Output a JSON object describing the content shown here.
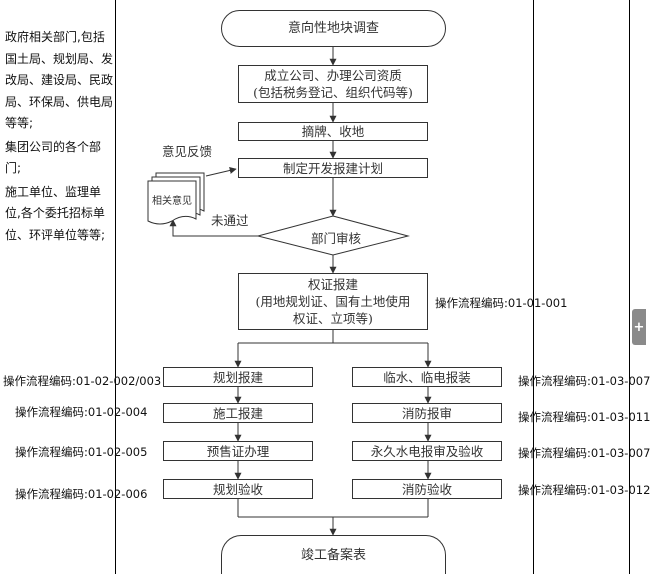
{
  "left_notes": [
    "政府相关部门,包括",
    "国土局、规划局、发",
    "改局、建设局、民政",
    "局、环保局、供电局",
    "等等;",
    "集团公司的各个部",
    "门;",
    "施工单位、监理单",
    "位,各个委托招标单",
    "位、环评单位等等;"
  ],
  "flow": {
    "start": "意向性地块调查",
    "step1_line1": "成立公司、办理公司资质",
    "step1_line2": "(包括税务登记、组织代码等)",
    "step2": "摘牌、收地",
    "step3": "制定开发报建计划",
    "decision": "部门审核",
    "feedback_label": "意见反馈",
    "rejected_label": "未通过",
    "docs_label": "相关意见",
    "step4_line1": "权证报建",
    "step4_line2": "(用地规划证、国有土地使用",
    "step4_line3": "权证、立项等)",
    "left_col": [
      "规划报建",
      "施工报建",
      "预售证办理",
      "规划验收"
    ],
    "right_col": [
      "临水、临电报装",
      "消防报审",
      "永久水电报审及验收",
      "消防验收"
    ],
    "end": "竣工备案表"
  },
  "codes": {
    "center": "操作流程编码:01-01-001",
    "left": [
      "操作流程编码:01-02-002/003",
      "操作流程编码:01-02-004",
      "操作流程编码:01-02-005",
      "操作流程编码:01-02-006"
    ],
    "right": [
      "操作流程编码:01-03-007",
      "操作流程编码:01-03-011",
      "操作流程编码:01-03-007",
      "操作流程编码:01-03-012"
    ]
  },
  "ui": {
    "expand_label": "+"
  },
  "colors": {
    "line": "#333333",
    "background": "#ffffff",
    "tab": "#8a8a8a"
  }
}
